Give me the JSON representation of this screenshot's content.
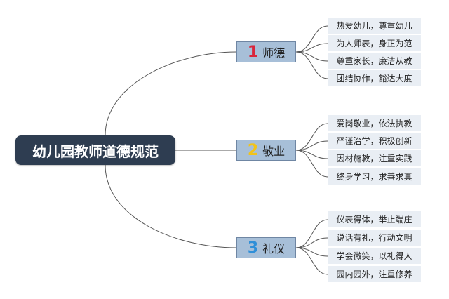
{
  "root": {
    "label": "幼儿园教师道德规范"
  },
  "colors": {
    "root_bg": "#2e3d51",
    "branch_bg": "#a7bfd8",
    "leaf_bg": "#e9eef4",
    "line": "#555555"
  },
  "branches": [
    {
      "num": "1",
      "num_color": "#d9263c",
      "label": "师德",
      "items": [
        "热爱幼儿，尊重幼儿",
        "为人师表，身正为范",
        "尊重家长，廉洁从教",
        "团结协作，豁达大度"
      ]
    },
    {
      "num": "2",
      "num_color": "#f2c318",
      "label": "敬业",
      "items": [
        "爱岗敬业，依法执教",
        "严谨治学，积极创新",
        "因材施教，注重实践",
        "终身学习，求善求真"
      ]
    },
    {
      "num": "3",
      "num_color": "#2f8fd8",
      "label": "礼仪",
      "items": [
        "仪表得体，举止端庄",
        "说话有礼，行动文明",
        "学会微笑，以礼得人",
        "园内园外，注重修养"
      ]
    }
  ]
}
